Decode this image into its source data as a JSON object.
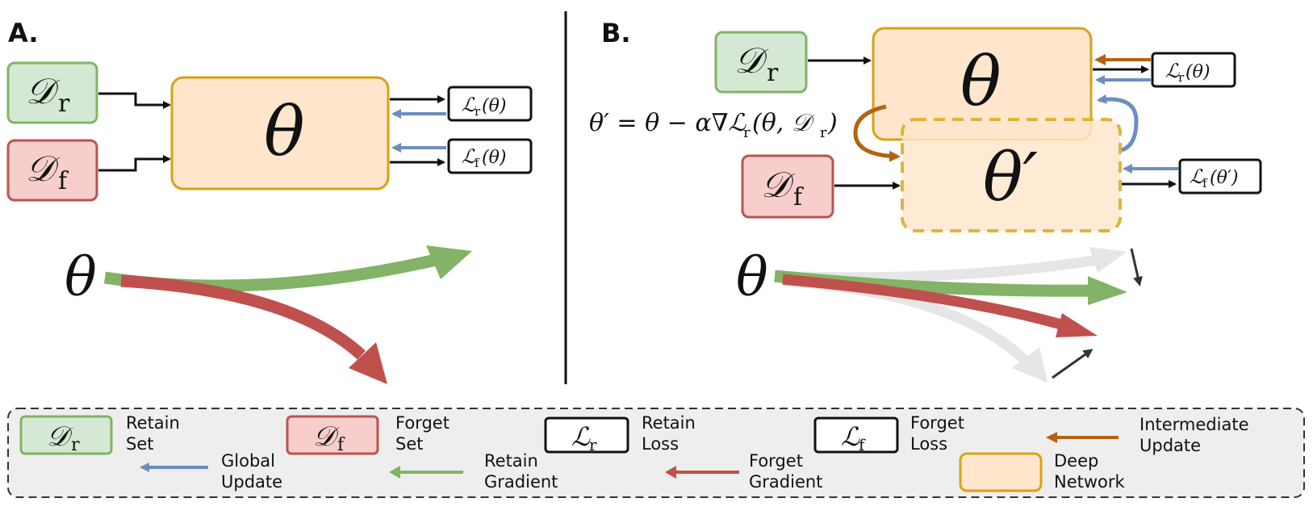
{
  "panels": {
    "a_label": "A.",
    "b_label": "B."
  },
  "symbols": {
    "retain_set": "𝒟",
    "retain_sub": "r",
    "forget_set": "𝒟",
    "forget_sub": "f",
    "theta": "θ",
    "theta_prime": "θ′",
    "loss_script": "ℒ"
  },
  "panel_a": {
    "loss_retain_arg": "(θ)",
    "loss_forget_arg": "(θ)",
    "trajectory_start": "θ"
  },
  "panel_b": {
    "update_equation": "θ′ = θ − α∇ℒ",
    "update_equation_sub": "r",
    "update_equation_args": "(θ, 𝒟",
    "update_equation_args_sub": "r",
    "update_equation_close": ")",
    "loss_retain_arg": "(θ)",
    "loss_forget_arg": "(θ′)",
    "trajectory_start": "θ"
  },
  "legend": {
    "retain_set": [
      "Retain",
      "Set"
    ],
    "forget_set": [
      "Forget",
      "Set"
    ],
    "retain_loss": [
      "Retain",
      "Loss"
    ],
    "forget_loss": [
      "Forget",
      "Loss"
    ],
    "intermediate_update": [
      "Intermediate",
      "Update"
    ],
    "global_update": [
      "Global",
      "Update"
    ],
    "retain_gradient": [
      "Retain",
      "Gradient"
    ],
    "forget_gradient": [
      "Forget",
      "Gradient"
    ],
    "deep_network": [
      "Deep",
      "Network"
    ]
  },
  "colors": {
    "retain_fill": "#d5e8d4",
    "retain_stroke": "#82b366",
    "forget_fill": "#f8cecc",
    "forget_stroke": "#b85450",
    "network_fill": "#ffe6cc",
    "network_stroke": "#d6a216",
    "global_update": "#6c8ebf",
    "intermediate_update": "#b4620f",
    "retain_gradient": "#82b366",
    "forget_gradient": "#c0504d"
  }
}
